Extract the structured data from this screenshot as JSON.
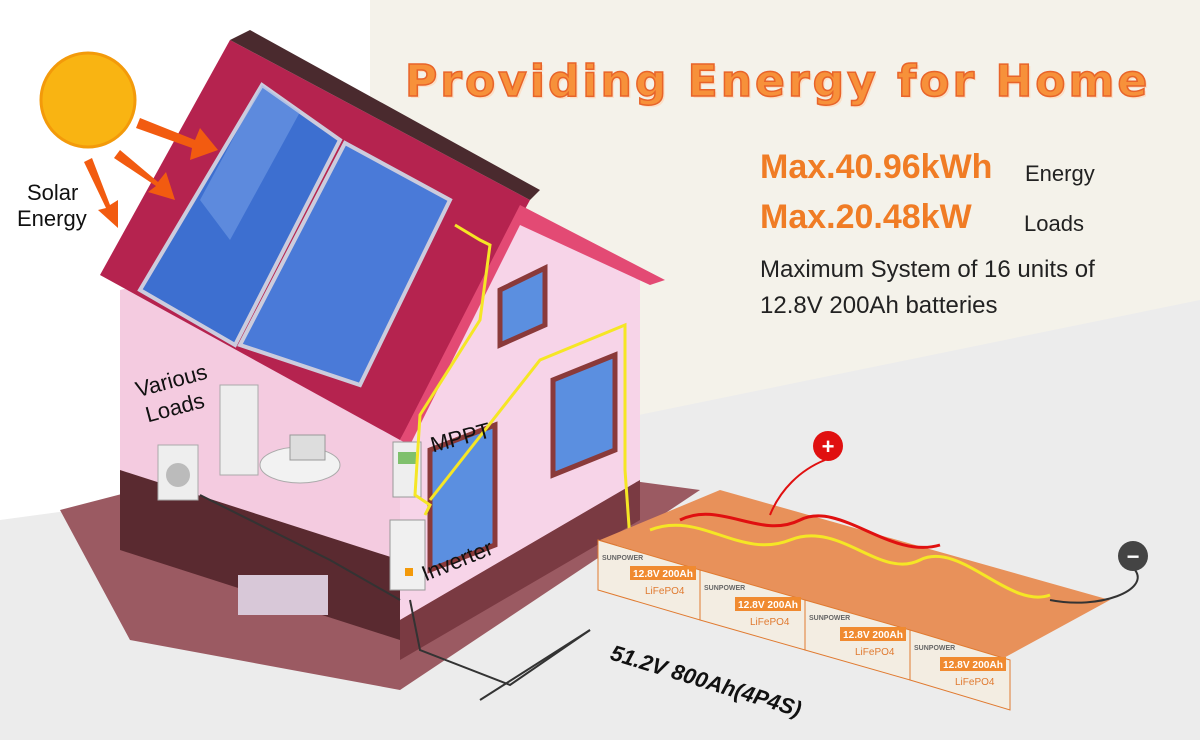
{
  "title": "Providing Energy for Home",
  "specs": {
    "energy_value": "Max.40.96kWh",
    "energy_label": "Energy",
    "loads_value": "Max.20.48kW",
    "loads_label": "Loads",
    "line1": "Maximum System of 16 units of",
    "line2": "12.8V 200Ah batteries"
  },
  "labels": {
    "solar_line1": "Solar",
    "solar_line2": "Energy",
    "loads_line1": "Various",
    "loads_line2": "Loads",
    "mppt": "MPPT",
    "inverter": "Inverter",
    "bank": "51.2V 800Ah(4P4S)",
    "positive": "+",
    "negative": "−"
  },
  "battery": {
    "brand": "SUNPOWER",
    "rating": "12.8V 200Ah",
    "chemistry": "LiFePO4",
    "count": 16
  },
  "colors": {
    "accent": "#f07c25",
    "roof": "#b5234f",
    "wall": "#f6d3e6",
    "panel": "#3d6fd0",
    "wire": "#f5e625"
  }
}
